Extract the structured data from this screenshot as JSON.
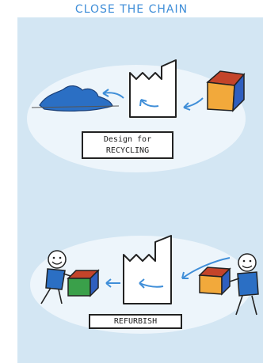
{
  "title": "CLOSE THE CHAIN",
  "scenes": [
    {
      "label_line1": "Design for",
      "label_line2": "RECYCLING"
    },
    {
      "label": "REFURBISH"
    }
  ],
  "colors": {
    "title": "#3f8ed8",
    "panel": "#d3e6f3",
    "glow": "#edf5fb",
    "arrow": "#3f8ed8",
    "blob": "#2b6fc4",
    "cube_top": "#c4442a",
    "cube_left": "#f2a93b",
    "cube_right": "#2f5fbf",
    "cube2_left": "#3aa04a",
    "shirt": "#2b6fc4"
  },
  "icons": [
    "factory-icon",
    "cube-icon",
    "blob-icon",
    "arrow-icon",
    "stick-figure-icon"
  ]
}
